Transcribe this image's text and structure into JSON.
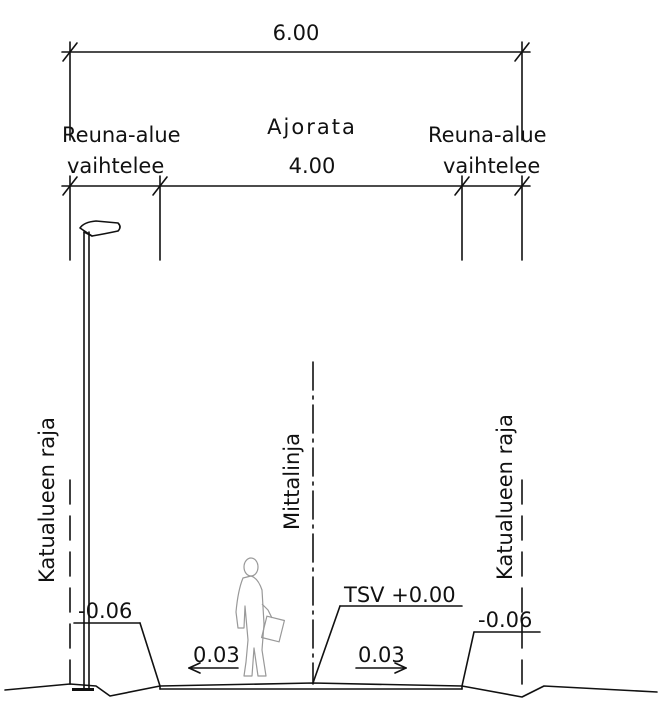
{
  "dimensions": {
    "total_width": "6.00",
    "carriageway_label": "Ajorata",
    "carriageway_width": "4.00",
    "edge_left_line1": "Reuna-alue",
    "edge_left_line2": "vaihtelee",
    "edge_right_line1": "Reuna-alue",
    "edge_right_line2": "vaihtelee"
  },
  "labels": {
    "street_boundary_left": "Katualueen raja",
    "street_boundary_right": "Katualueen raja",
    "centerline": "Mittalinja",
    "tsv": "TSV +0.00"
  },
  "elevations": {
    "left": "-0.06",
    "right": "-0.06"
  },
  "slopes": {
    "left": "0.03",
    "right": "0.03"
  }
}
